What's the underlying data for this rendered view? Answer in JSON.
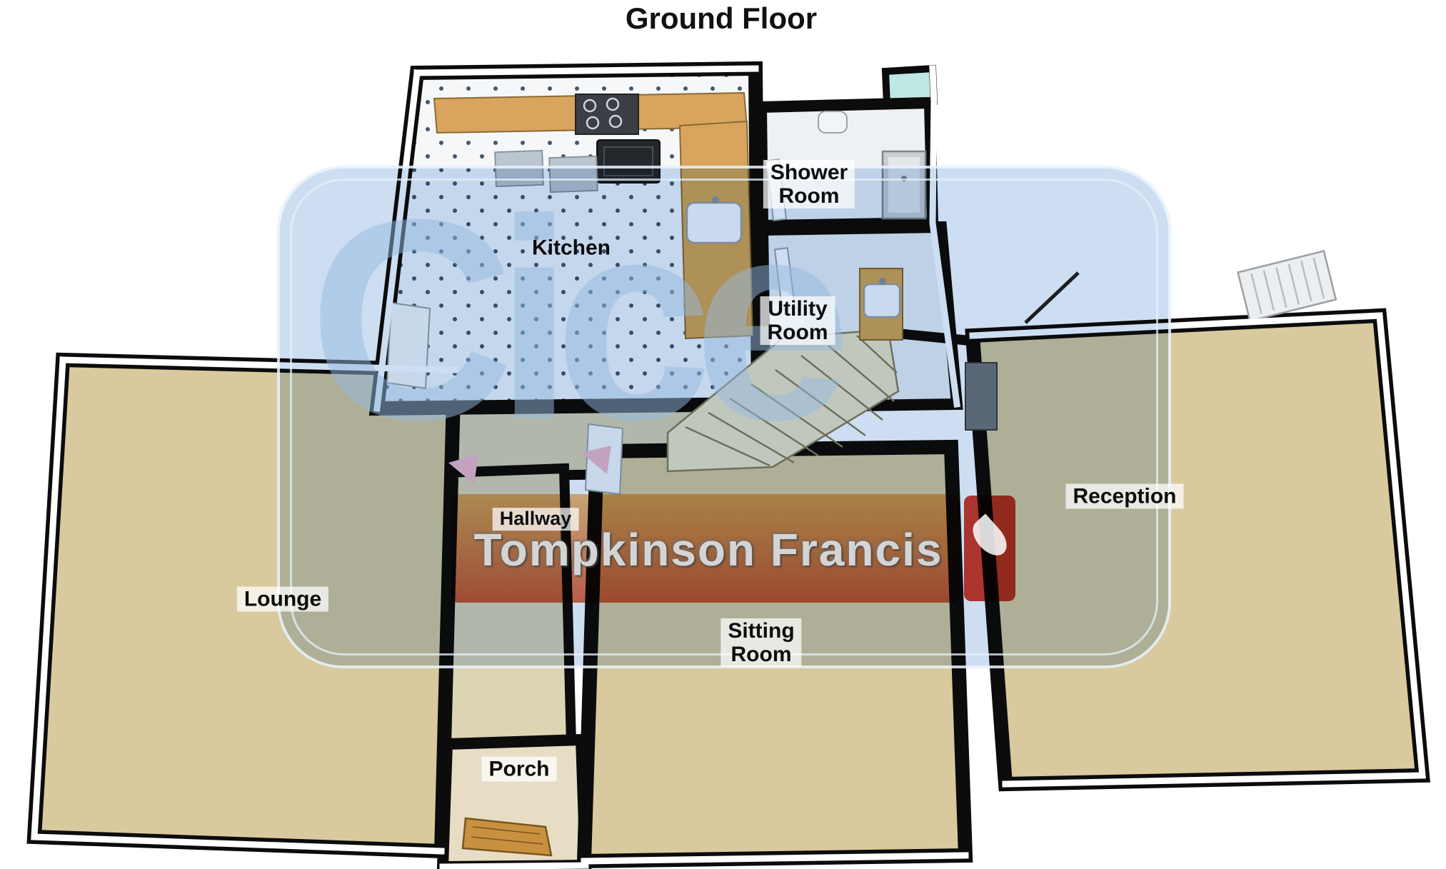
{
  "title": "Ground Floor",
  "rooms": [
    {
      "name": "kitchen",
      "label": "Kitchen"
    },
    {
      "name": "shower-room",
      "label": "Shower\nRoom"
    },
    {
      "name": "utility-room",
      "label": "Utility\nRoom"
    },
    {
      "name": "hallway",
      "label": "Hallway"
    },
    {
      "name": "lounge",
      "label": "Lounge"
    },
    {
      "name": "sitting-room",
      "label": "Sitting\nRoom"
    },
    {
      "name": "porch",
      "label": "Porch"
    },
    {
      "name": "reception",
      "label": "Reception"
    }
  ],
  "watermark": {
    "logo_text": "Cice",
    "brand_text": "Tompkinson Francis"
  },
  "colors": {
    "wall": "#0c0c0c",
    "floor_carpet": "#d9c99e",
    "hall_floor": "#ddd4b4",
    "kitchen_floor": "#f6f7f9",
    "wet_room_floor": "#eef1f4",
    "wood": "#d9a55e",
    "stairs": "#efe6c8",
    "watermark_blue": "#bcd4ee",
    "watermark_letters": "#a9c5e6",
    "banner_orange": "#f2a862",
    "banner_red": "#d63a28",
    "window_glass": "#bfe7e3",
    "label_background": "#ffffff"
  }
}
